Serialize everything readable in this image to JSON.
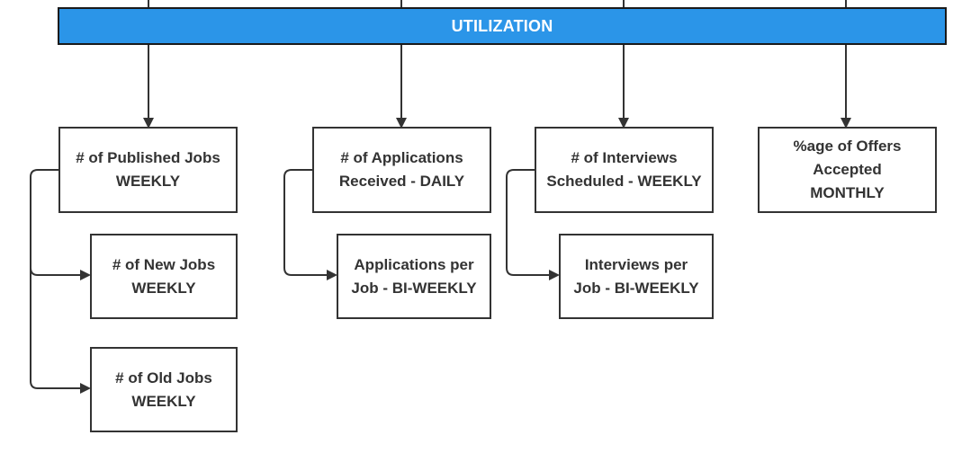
{
  "banner": {
    "label": "UTILIZATION"
  },
  "nodes": {
    "published_jobs": "# of Published Jobs\nWEEKLY",
    "new_jobs": "# of New Jobs\nWEEKLY",
    "old_jobs": "# of Old Jobs\nWEEKLY",
    "applications_received": "# of Applications\nReceived - DAILY",
    "applications_per_job": "Applications per\nJob - BI-WEEKLY",
    "interviews_scheduled": "# of Interviews\nScheduled - WEEKLY",
    "interviews_per_job": "Interviews per\nJob - BI-WEEKLY",
    "offers_accepted": "%age of Offers\nAccepted\nMONTHLY"
  },
  "colors": {
    "banner_fill": "#2b95e8",
    "stroke": "#333333",
    "text": "#333333"
  }
}
